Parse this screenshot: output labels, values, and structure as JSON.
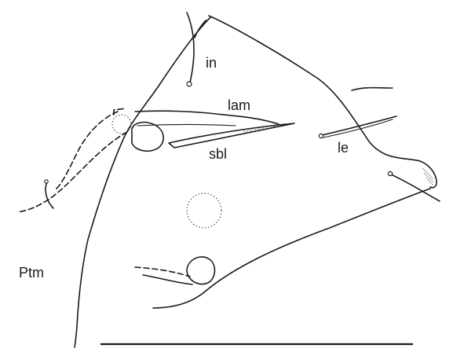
{
  "labels": {
    "in": "in",
    "lam": "lam",
    "sbl": "sbl",
    "le": "le",
    "ptm": "Ptm"
  },
  "colors": {
    "ink": "#1a1a1a",
    "background": "#ffffff"
  }
}
